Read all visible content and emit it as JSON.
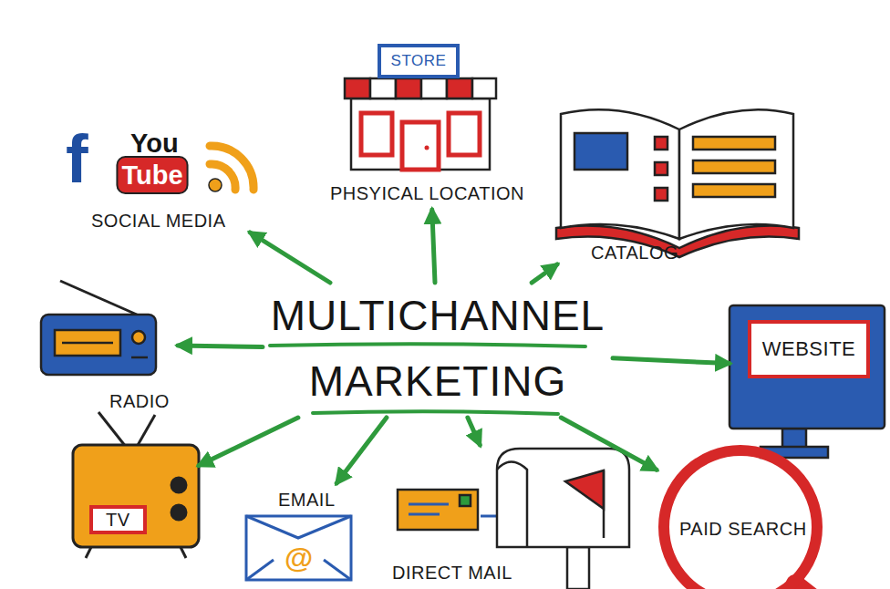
{
  "diagram": {
    "nodes": [
      {
        "text": [
          "MULTICHANNEL MARKETING"
        ]
      },
      {
        "text": [
          "SOCIAL MEDIA"
        ]
      },
      {
        "text": [
          "PHSYICAL LOCATION"
        ]
      },
      {
        "text": [
          "CATALOG"
        ]
      },
      {
        "text": [
          "RADIO"
        ]
      },
      {
        "text": [
          "WEBSITE"
        ]
      },
      {
        "text": [
          "TV"
        ]
      },
      {
        "text": [
          "EMAIL"
        ]
      },
      {
        "text": [
          "DIRECT MAIL"
        ]
      },
      {
        "text": [
          "PAID SEARCH"
        ]
      }
    ],
    "edges": [
      {
        "from": 0,
        "to": 1,
        "arrow": "to"
      },
      {
        "from": 0,
        "to": 2,
        "arrow": "to"
      },
      {
        "from": 0,
        "to": 3,
        "arrow": "to"
      },
      {
        "from": 0,
        "to": 4,
        "arrow": "to"
      },
      {
        "from": 0,
        "to": 5,
        "arrow": "to"
      },
      {
        "from": 0,
        "to": 6,
        "arrow": "to"
      },
      {
        "from": 0,
        "to": 7,
        "arrow": "to"
      },
      {
        "from": 0,
        "to": 8,
        "arrow": "to"
      },
      {
        "from": 0,
        "to": 9,
        "arrow": "to"
      }
    ],
    "labels": [
      "f",
      "You",
      "Tube",
      "STORE",
      "@"
    ]
  }
}
